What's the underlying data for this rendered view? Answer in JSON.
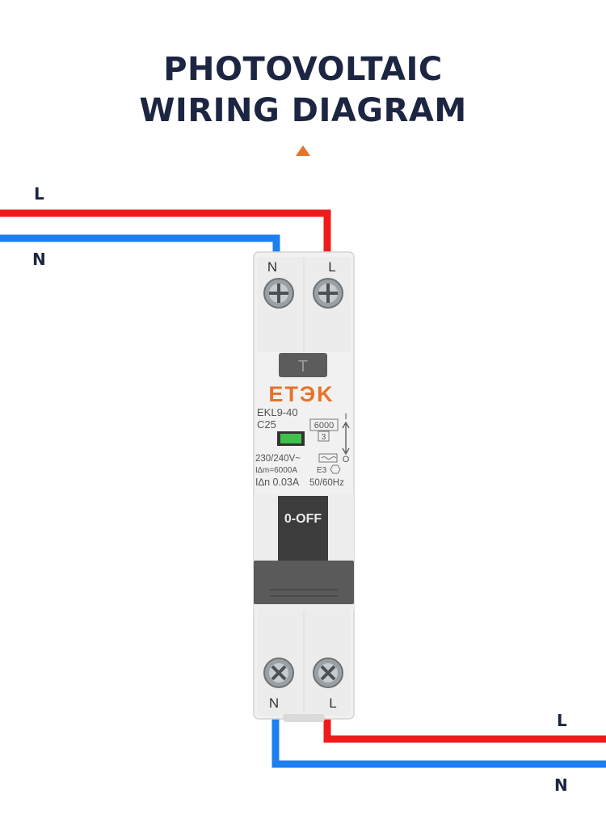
{
  "title": {
    "line1": "PHOTOVOLTAIC",
    "line2": "WIRING DIAGRAM"
  },
  "wires": {
    "input_l": "L",
    "input_n": "N",
    "output_l": "L",
    "output_n": "N",
    "l_color": "#ef1b1b",
    "n_color": "#1e7ff0"
  },
  "breaker": {
    "top_terminal_n": "N",
    "top_terminal_l": "L",
    "bottom_terminal_n": "N",
    "bottom_terminal_l": "L",
    "test_button": "T",
    "brand": "ETЭK",
    "brand_color": "#e8722a",
    "model": "EKL9-40",
    "rating": "C25",
    "breaking_capacity": "6000",
    "energy_class": "3",
    "on_symbol": "I",
    "off_symbol": "O",
    "voltage": "230/240V~",
    "residual_capacity": "I∆m=6000A",
    "residual_current": "I∆n 0.03A",
    "cert_class": "E3",
    "frequency": "50/60Hz",
    "toggle_label": "0-OFF"
  }
}
